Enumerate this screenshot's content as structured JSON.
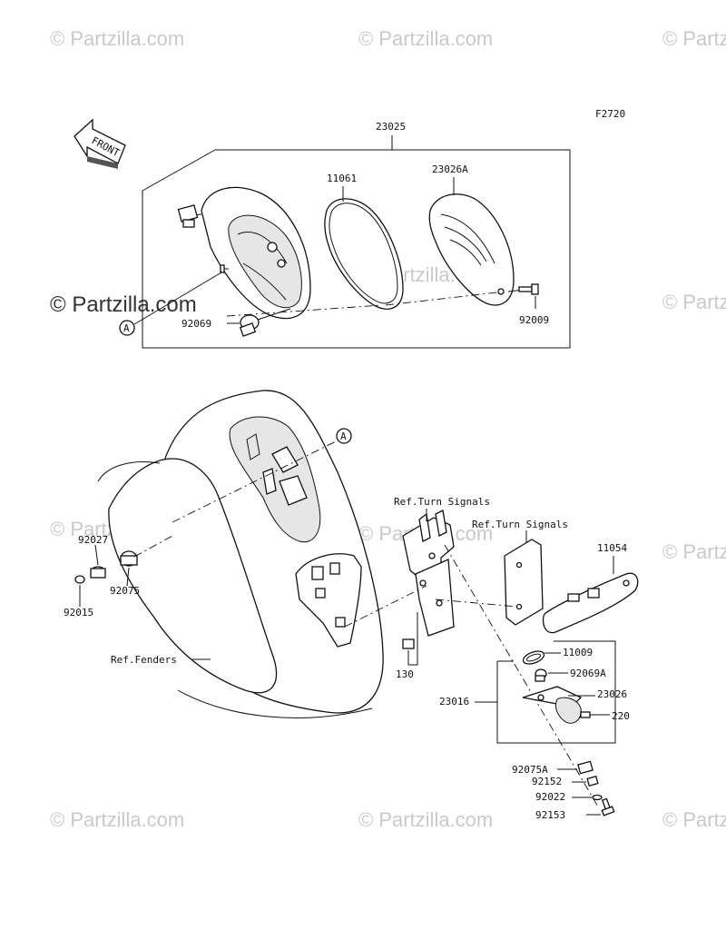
{
  "figure_code": "F2720",
  "watermark": "© Partzilla.com",
  "front_arrow_label": "FRONT",
  "callout_marker": "A",
  "part_labels": {
    "assembly_23025": "23025",
    "lens_23026A": "23026A",
    "gasket_11061": "11061",
    "bulb_92069": "92069",
    "screw_92009": "92009",
    "ref_turn_signals_1": "Ref.Turn Signals",
    "ref_turn_signals_2": "Ref.Turn Signals",
    "bracket_11054": "11054",
    "nut_92027": "92027",
    "grommet_92075": "92075",
    "nut_92015": "92015",
    "ref_fenders": "Ref.Fenders",
    "bolt_130": "130",
    "gasket_11009": "11009",
    "bulb_92069A": "92069A",
    "license_lamp_23016": "23016",
    "lens_23026": "23026",
    "screw_220": "220",
    "grommet_92075A": "92075A",
    "collar_92152": "92152",
    "washer_92022": "92022",
    "bolt_92153": "92153"
  }
}
